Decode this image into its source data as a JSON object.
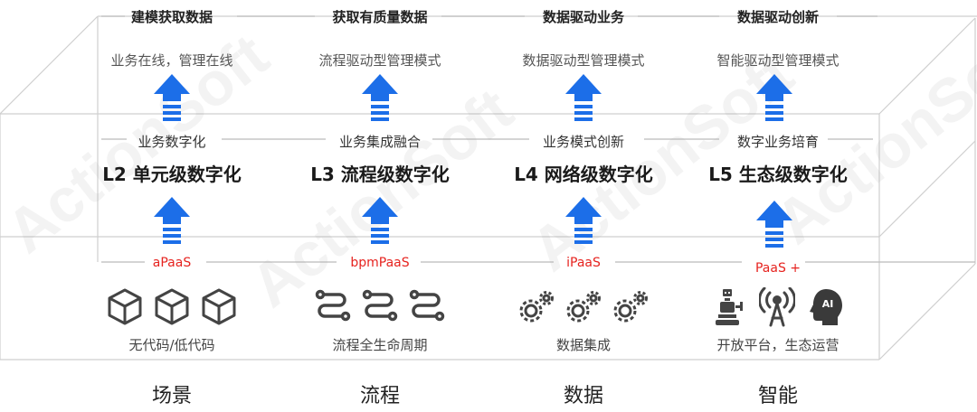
{
  "watermark": "ActionSoft",
  "columns": [
    {
      "head": "建模获取数据",
      "mode": "业务在线，管理在线",
      "mid": "业务数字化",
      "level": "L2 单元级数字化",
      "paas": "aPaaS",
      "caption": "无代码/低代码",
      "bottom": "场景",
      "icon": "cube-icon"
    },
    {
      "head": "获取有质量数据",
      "mode": "流程驱动型管理模式",
      "mid": "业务集成融合",
      "level": "L3 流程级数字化",
      "paas": "bpmPaaS",
      "caption": "流程全生命周期",
      "bottom": "流程",
      "icon": "process-flow-icon"
    },
    {
      "head": "数据驱动业务",
      "mode": "数据驱动型管理模式",
      "mid": "业务模式创新",
      "level": "L4 网络级数字化",
      "paas": "iPaaS",
      "caption": "数据集成",
      "bottom": "数据",
      "icon": "gears-icon"
    },
    {
      "head": "数据驱动创新",
      "mode": "智能驱动型管理模式",
      "mid": "数字业务培育",
      "level": "L5 生态级数字化",
      "paas": "PaaS +",
      "caption": "开放平台，生态运营",
      "bottom": "智能",
      "icon": "ecosystem-icon",
      "ai_label": "AI"
    }
  ],
  "colors": {
    "arrow": "#1c6ee8",
    "paas": "#e6231f",
    "frame": "#c8c8c8"
  }
}
